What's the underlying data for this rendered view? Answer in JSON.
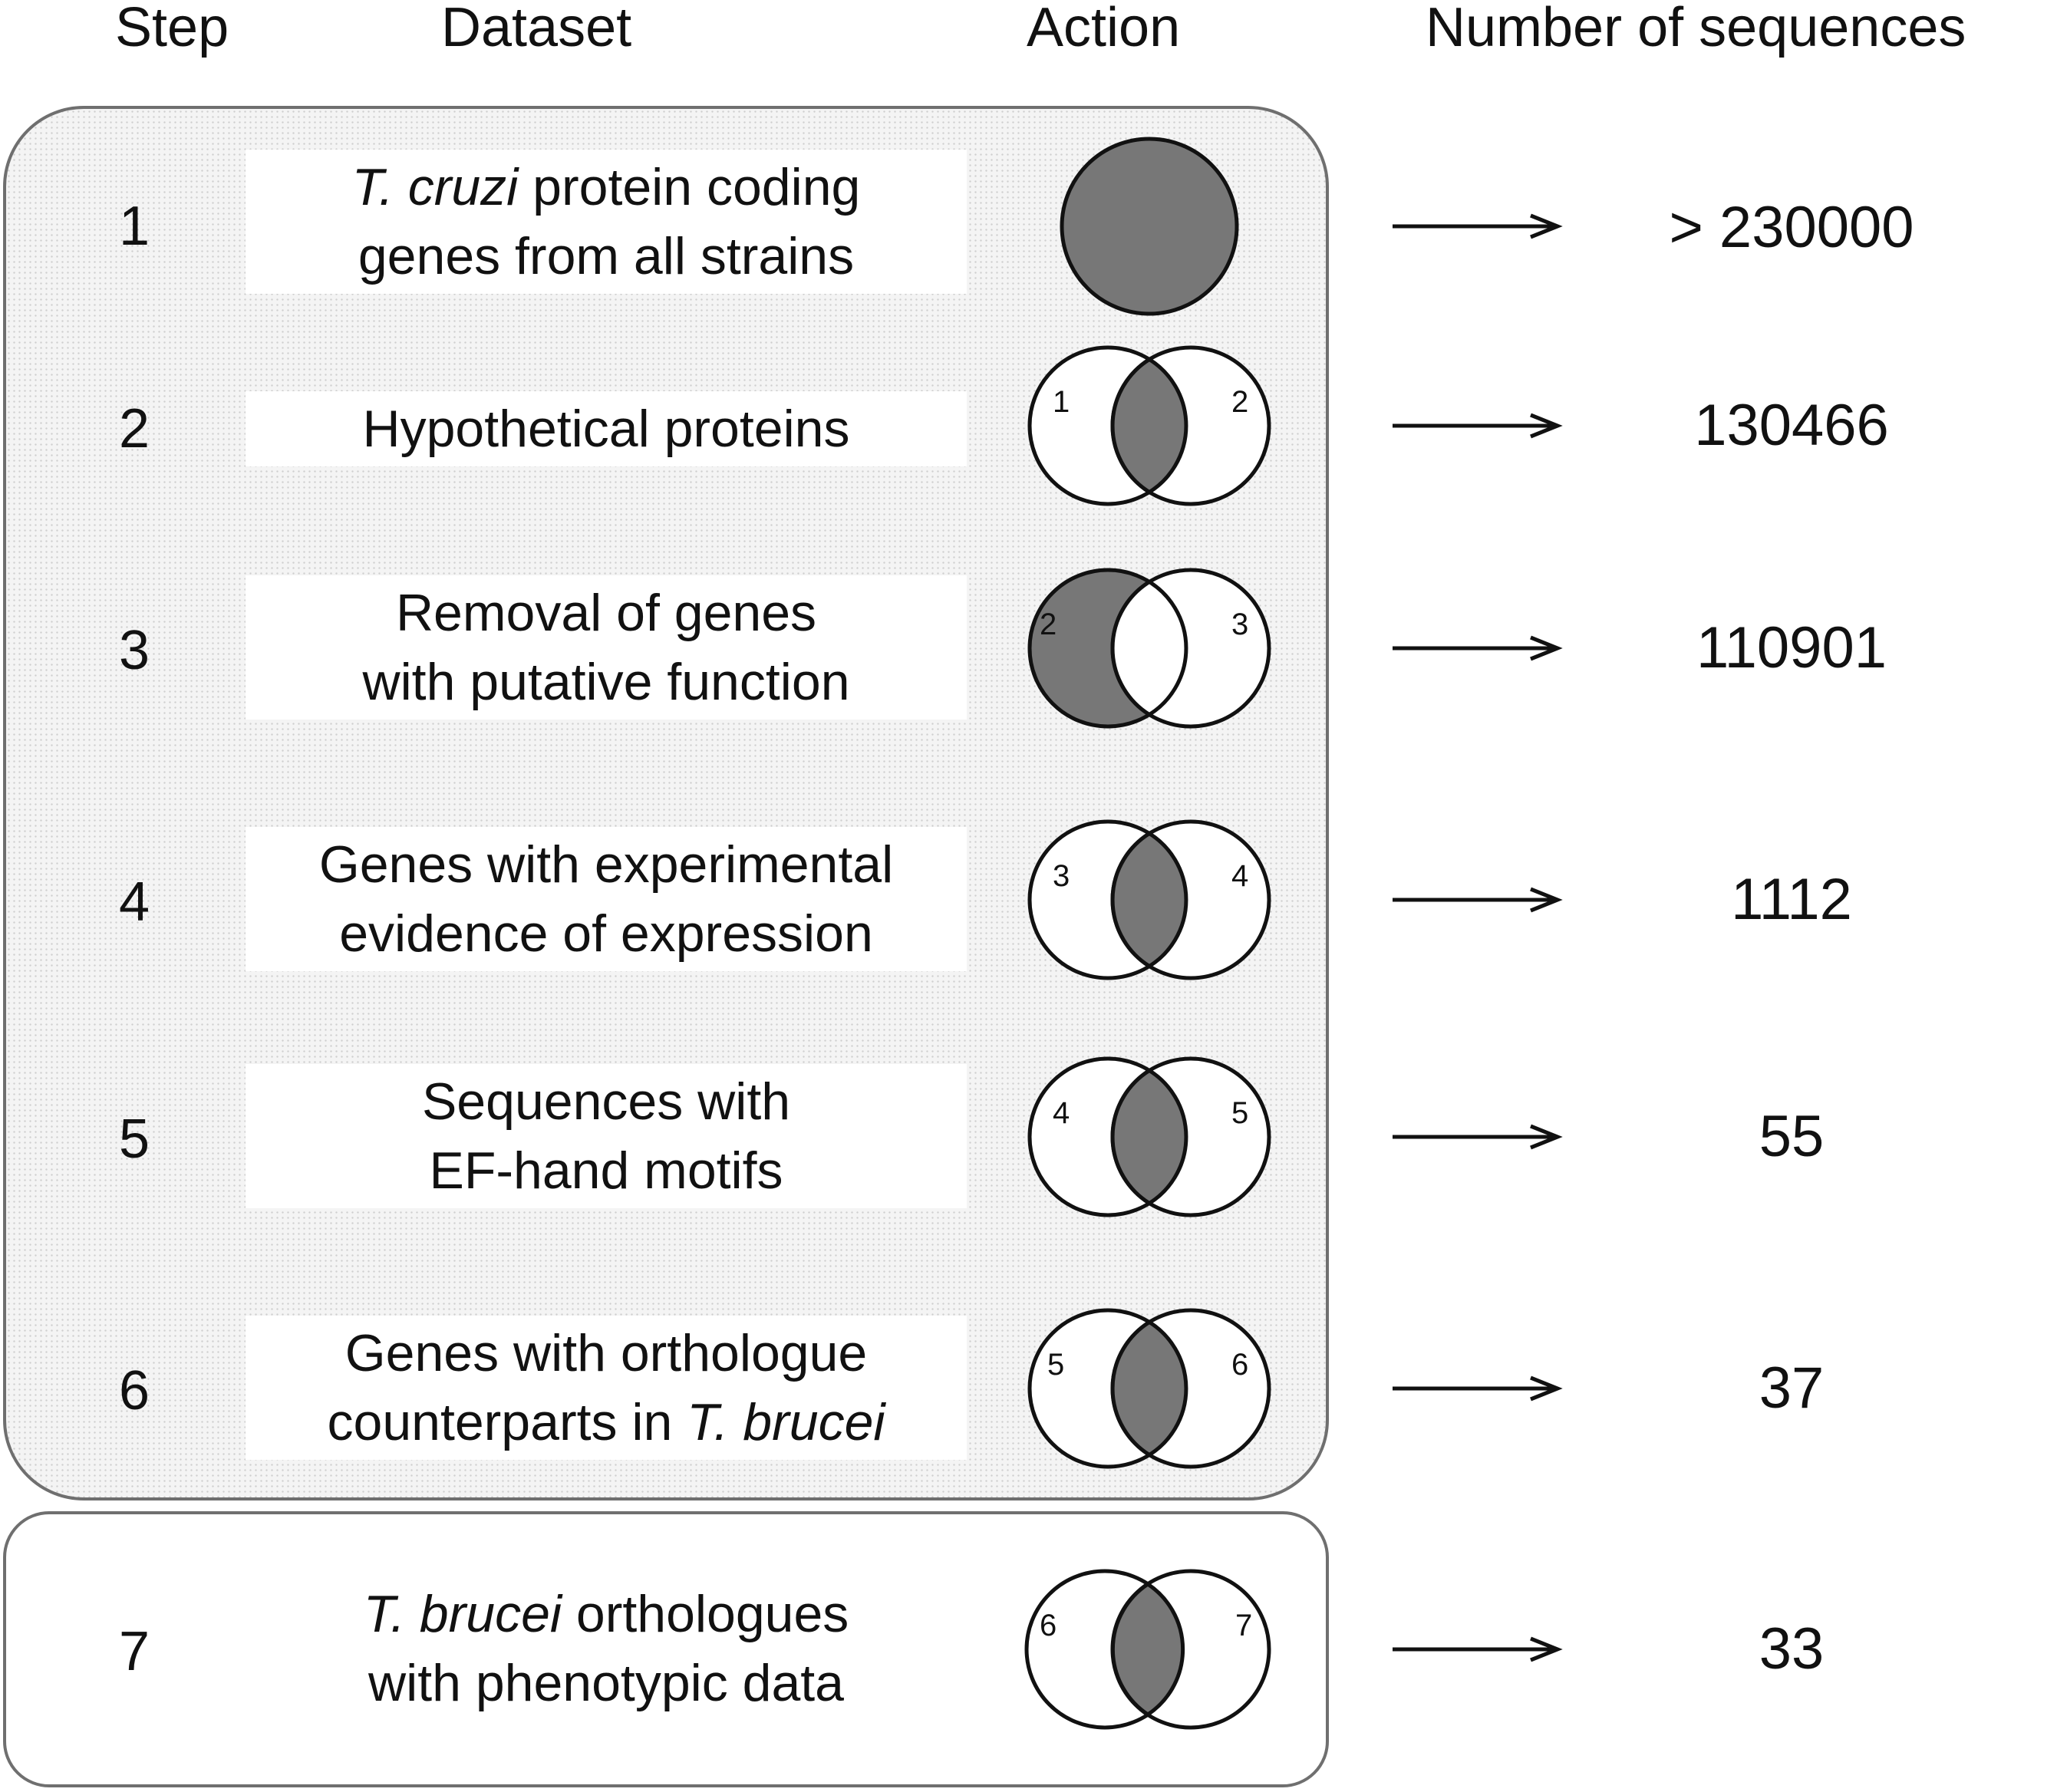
{
  "headers": {
    "step": "Step",
    "dataset": "Dataset",
    "action": "Action",
    "number": "Number of sequences"
  },
  "colors": {
    "fill": "#777777",
    "stroke": "#111111",
    "panel_border": "#6f6f6f"
  },
  "steps": [
    {
      "step": "1",
      "line1_italic": "T. cruzi",
      "line1_rest": " protein coding",
      "line2_italic": "",
      "line2_rest": "genes from all strains",
      "venn_left": "",
      "venn_right": "",
      "count": "> 230000",
      "action": "full-circle"
    },
    {
      "step": "2",
      "line1_italic": "",
      "line1_rest": "Hypothetical proteins",
      "line2_italic": "",
      "line2_rest": "",
      "venn_left": "1",
      "venn_right": "2",
      "count": "130466",
      "action": "intersection"
    },
    {
      "step": "3",
      "line1_italic": "",
      "line1_rest": "Removal of genes",
      "line2_italic": "",
      "line2_rest": "with putative function",
      "venn_left": "2",
      "venn_right": "3",
      "count": "110901",
      "action": "left-difference"
    },
    {
      "step": "4",
      "line1_italic": "",
      "line1_rest": "Genes with experimental",
      "line2_italic": "",
      "line2_rest": "evidence of expression",
      "venn_left": "3",
      "venn_right": "4",
      "count": "1112",
      "action": "intersection"
    },
    {
      "step": "5",
      "line1_italic": "",
      "line1_rest": "Sequences with",
      "line2_italic": "",
      "line2_rest": "EF-hand motifs",
      "venn_left": "4",
      "venn_right": "5",
      "count": "55",
      "action": "intersection"
    },
    {
      "step": "6",
      "line1_italic": "",
      "line1_rest": "Genes with orthologue",
      "line2_italic": "T. brucei",
      "line2_rest": "counterparts in ",
      "venn_left": "5",
      "venn_right": "6",
      "count": "37",
      "action": "intersection"
    },
    {
      "step": "7",
      "line1_italic": "T. brucei",
      "line1_rest": " orthologues",
      "line2_italic": "",
      "line2_rest": "with phenotypic data",
      "venn_left": "6",
      "venn_right": "7",
      "count": "33",
      "action": "intersection"
    }
  ]
}
